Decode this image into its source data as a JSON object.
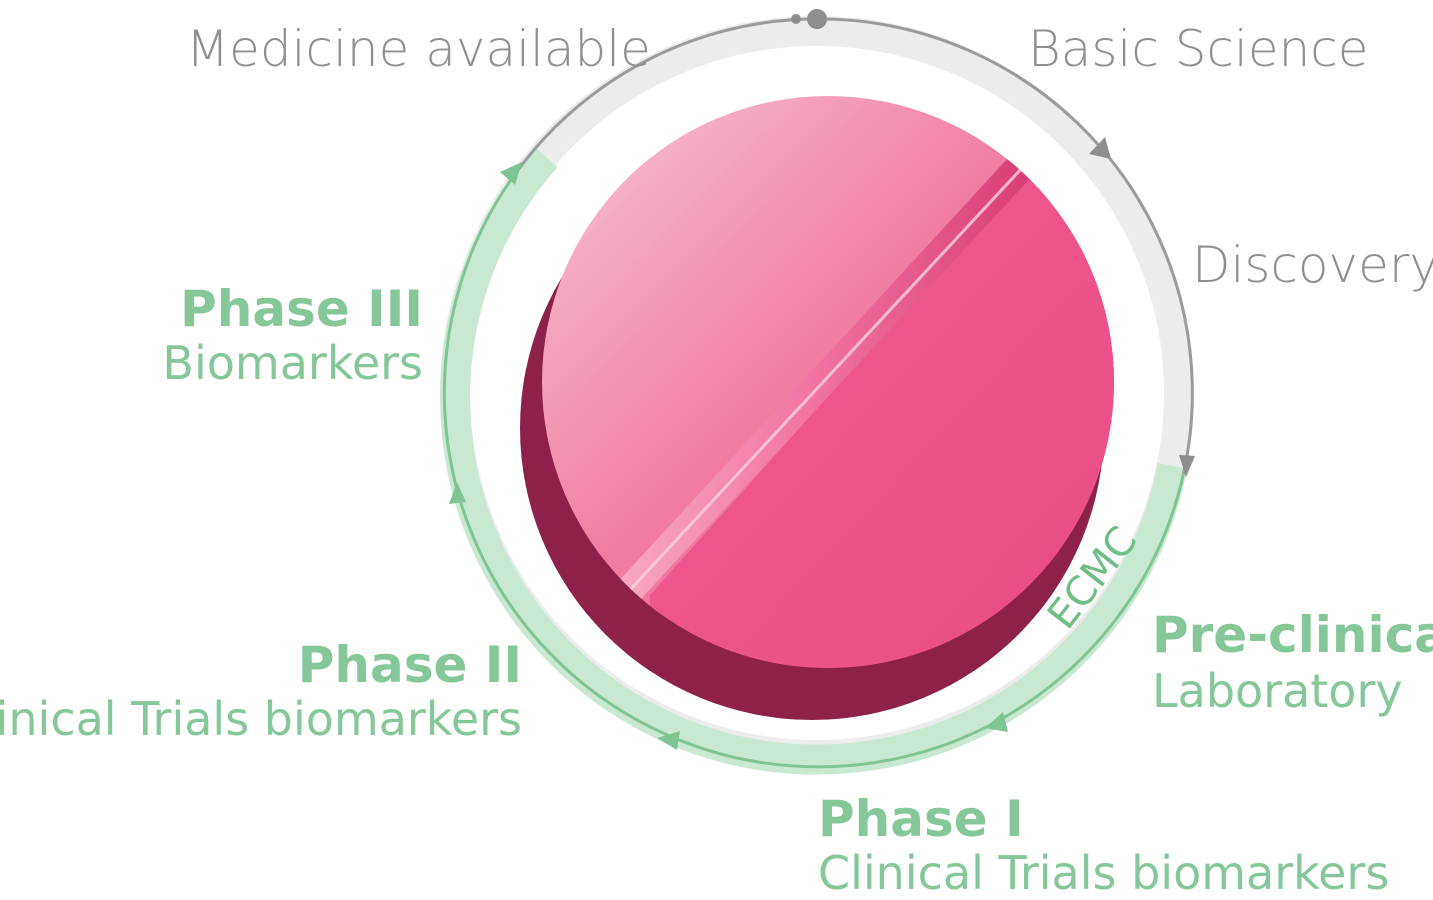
{
  "labels": {
    "medicine_available": "Medicine available",
    "basic_science": "Basic Science",
    "discovery": "Discovery",
    "phase3_title": "Phase III",
    "phase3_sub": "Biomarkers",
    "phase2_title": "Phase II",
    "phase2_sub": "Clinical Trials biomarkers",
    "preclinical_title": "Pre-clinical",
    "preclinical_sub": "Laboratory",
    "phase1_title": "Phase I",
    "phase1_sub": "Clinical Trials biomarkers",
    "ring_label": "ECMC"
  },
  "colors": {
    "pill_light": "#f6b9c9",
    "pill_main": "#ec4d85",
    "pill_shadow": "#8e2149",
    "ring_grey": "#ececec",
    "ring_green": "#c9e8d2",
    "outline_grey": "#9b9b9b",
    "outline_green": "#7fc493",
    "text_grey": "#8f8f8f",
    "text_green": "#86c79a"
  }
}
